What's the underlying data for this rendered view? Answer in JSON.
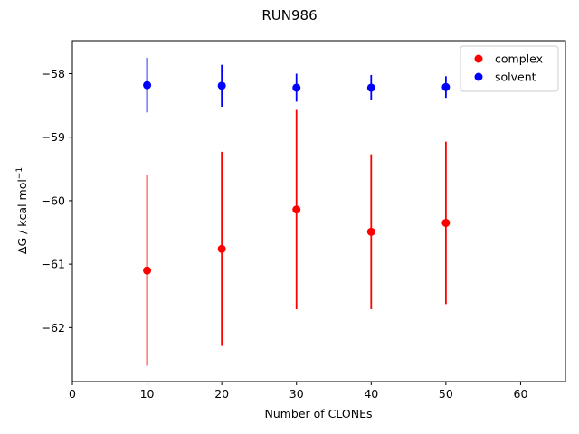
{
  "chart_data": {
    "type": "scatter",
    "title": "RUN986",
    "xlabel": "Number of CLONEs",
    "ylabel": "ΔG / kcal mol",
    "ylabel_sup": "−1",
    "xlim": [
      0,
      66
    ],
    "ylim": [
      -62.85,
      -57.48
    ],
    "xticks": [
      0,
      10,
      20,
      30,
      40,
      50,
      60
    ],
    "yticks": [
      -62,
      -61,
      -60,
      -59,
      -58
    ],
    "xtick_labels": [
      "0",
      "10",
      "20",
      "30",
      "40",
      "50",
      "60"
    ],
    "ytick_labels": [
      "−62",
      "−61",
      "−60",
      "−59",
      "−58"
    ],
    "grid": false,
    "legend_position": "top-right",
    "series": [
      {
        "name": "complex",
        "color": "#ff0000",
        "x": [
          10,
          20,
          30,
          40,
          50
        ],
        "y": [
          -61.1,
          -60.76,
          -60.14,
          -60.49,
          -60.35
        ],
        "yerr": [
          1.5,
          1.53,
          1.57,
          1.22,
          1.28
        ]
      },
      {
        "name": "solvent",
        "color": "#0000ff",
        "x": [
          10,
          20,
          30,
          40,
          50
        ],
        "y": [
          -58.18,
          -58.19,
          -58.22,
          -58.22,
          -58.21
        ],
        "yerr": [
          0.43,
          0.33,
          0.22,
          0.2,
          0.17
        ]
      }
    ]
  }
}
